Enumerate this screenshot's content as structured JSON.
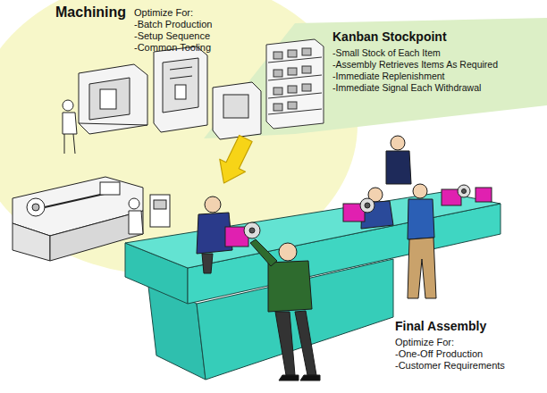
{
  "diagram": {
    "nodes": [
      {
        "text": [
          "Machining",
          "Optimize For:",
          "-Batch Production",
          "-Setup Sequence",
          "-Common Tooling"
        ]
      },
      {
        "text": [
          "Kanban Stockpoint",
          "-Small Stock of Each Item",
          "-Assembly Retrieves Items As Required",
          "-Immediate Replenishment",
          "-Immediate Signal Each Withdrawal"
        ]
      },
      {
        "text": [
          "Final Assembly",
          "Optimize For:",
          "-One-Off Production",
          "-Customer Requirements"
        ]
      }
    ],
    "edges": [
      {
        "from": 1,
        "to": 2,
        "arrow": "to"
      }
    ]
  }
}
